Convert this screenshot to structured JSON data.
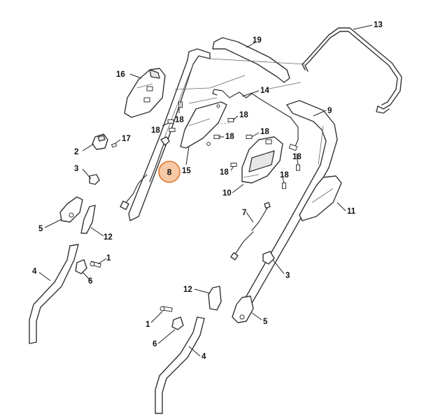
{
  "highlighted_part": "8",
  "highlight_color": "#e0772e",
  "parts": [
    {
      "id": "p13",
      "number": "13"
    },
    {
      "id": "p19",
      "number": "19"
    },
    {
      "id": "p16",
      "number": "16"
    },
    {
      "id": "p14",
      "number": "14"
    },
    {
      "id": "p9",
      "number": "9"
    },
    {
      "id": "p18a",
      "number": "18"
    },
    {
      "id": "p18b",
      "number": "18"
    },
    {
      "id": "p18c",
      "number": "18"
    },
    {
      "id": "p18d",
      "number": "18"
    },
    {
      "id": "p18e",
      "number": "18"
    },
    {
      "id": "p18f",
      "number": "18"
    },
    {
      "id": "p18g",
      "number": "18"
    },
    {
      "id": "p18h",
      "number": "18"
    },
    {
      "id": "p17",
      "number": "17"
    },
    {
      "id": "p2",
      "number": "2"
    },
    {
      "id": "p15",
      "number": "15"
    },
    {
      "id": "p8",
      "number": "8"
    },
    {
      "id": "p3a",
      "number": "3"
    },
    {
      "id": "p10",
      "number": "10"
    },
    {
      "id": "p11",
      "number": "11"
    },
    {
      "id": "p7",
      "number": "7"
    },
    {
      "id": "p5a",
      "number": "5"
    },
    {
      "id": "p12a",
      "number": "12"
    },
    {
      "id": "p1a",
      "number": "1"
    },
    {
      "id": "p4a",
      "number": "4"
    },
    {
      "id": "p6a",
      "number": "6"
    },
    {
      "id": "p3b",
      "number": "3"
    },
    {
      "id": "p12b",
      "number": "12"
    },
    {
      "id": "p1b",
      "number": "1"
    },
    {
      "id": "p5b",
      "number": "5"
    },
    {
      "id": "p6b",
      "number": "6"
    },
    {
      "id": "p4b",
      "number": "4"
    }
  ]
}
